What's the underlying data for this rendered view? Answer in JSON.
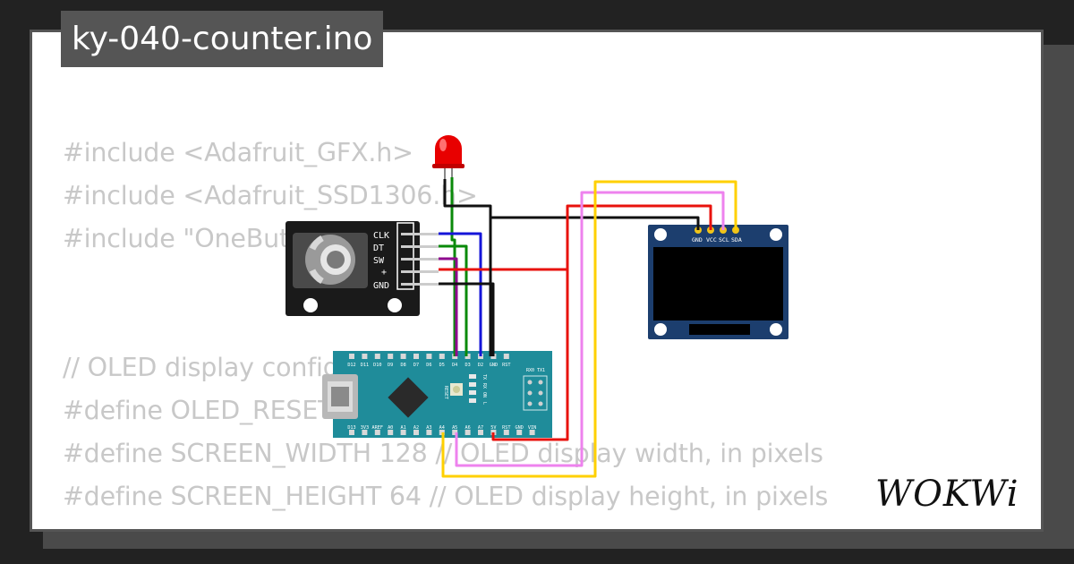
{
  "title": "ky-040-counter.ino",
  "code_lines": [
    "#include <Adafruit_GFX.h>",
    "#include <Adafruit_SSD1306.h>",
    "#include \"OneButton.h\"",
    "",
    "// OLED display config",
    "#define OLED_RESET -1",
    "#define SCREEN_WIDTH 128 // OLED display width, in pixels",
    "#define SCREEN_HEIGHT 64 // OLED display height, in pixels"
  ],
  "encoder": {
    "pins": [
      "CLK",
      "DT",
      "SW",
      "+",
      "GND"
    ]
  },
  "arduino": {
    "top_pins": [
      "D12",
      "D11",
      "D10",
      "D9",
      "D8",
      "D7",
      "D6",
      "D5",
      "D4",
      "D3",
      "D2",
      "GND",
      "RST"
    ],
    "top_right": "RX0 TX1",
    "bottom_pins": [
      "D13",
      "3V3",
      "AREF",
      "A0",
      "A1",
      "A2",
      "A3",
      "A4",
      "A5",
      "A6",
      "A7",
      "5V",
      "RST",
      "GND",
      "VIN"
    ],
    "reset_label": "RESET",
    "leds": [
      "TX",
      "RX",
      "ON",
      "L"
    ]
  },
  "oled": {
    "pins": [
      "GND",
      "VCC",
      "SCL",
      "SDA"
    ]
  },
  "brand": "WOKWi",
  "colors": {
    "background": "#222222",
    "card": "#ffffff",
    "code_text": "#c8c8c8",
    "nano_board": "#1f8c9a",
    "oled_board": "#1c3e6e",
    "wire_red": "#e8120c",
    "wire_black": "#111111",
    "wire_green": "#0a8a0a",
    "wire_blue": "#1515d8",
    "wire_purple": "#8e0a8e",
    "wire_violet": "#ee82ee",
    "wire_yellow": "#ffd000"
  }
}
